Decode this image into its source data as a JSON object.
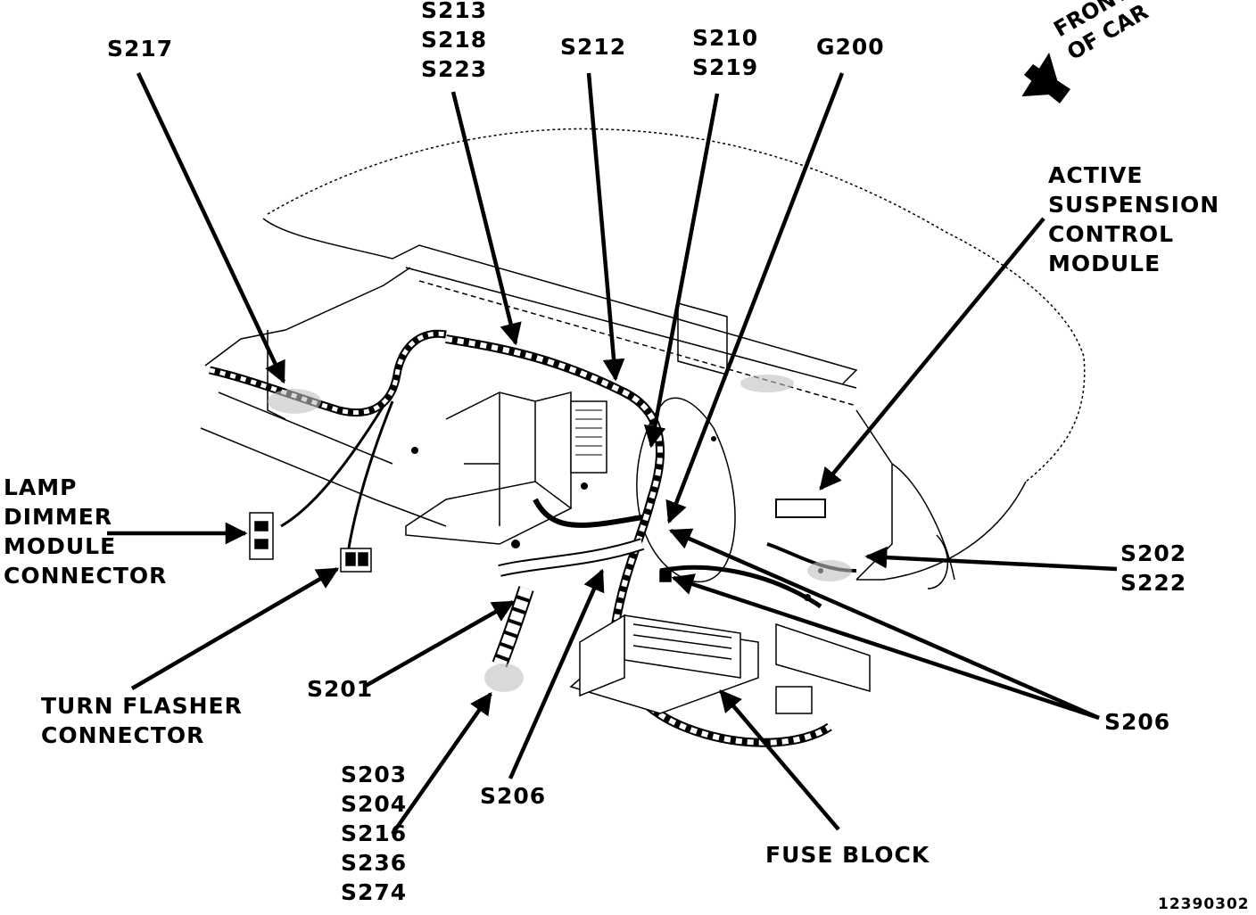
{
  "front_label": [
    "FRONT",
    "OF CAR"
  ],
  "labels": {
    "s217": "S217",
    "s213_group": [
      "S213",
      "S218",
      "S223"
    ],
    "s212": "S212",
    "s210_group": [
      "S210",
      "S219"
    ],
    "g200": "G200",
    "active_suspension": [
      "ACTIVE",
      "SUSPENSION",
      "CONTROL",
      "MODULE"
    ],
    "lamp_dimmer": [
      "LAMP",
      "DIMMER",
      "MODULE",
      "CONNECTOR"
    ],
    "turn_flasher": [
      "TURN FLASHER",
      "CONNECTOR"
    ],
    "s201": "S201",
    "s203_group": [
      "S203",
      "S204",
      "S216",
      "S236",
      "S274"
    ],
    "s206_bottom": "S206",
    "fuse_block": "FUSE BLOCK",
    "s202_group": [
      "S202",
      "S222"
    ],
    "s206_right": "S206"
  },
  "figure_number": "12390302",
  "colors": {
    "ink": "#000000",
    "paper": "#ffffff",
    "shade": "#bfbfbf"
  }
}
